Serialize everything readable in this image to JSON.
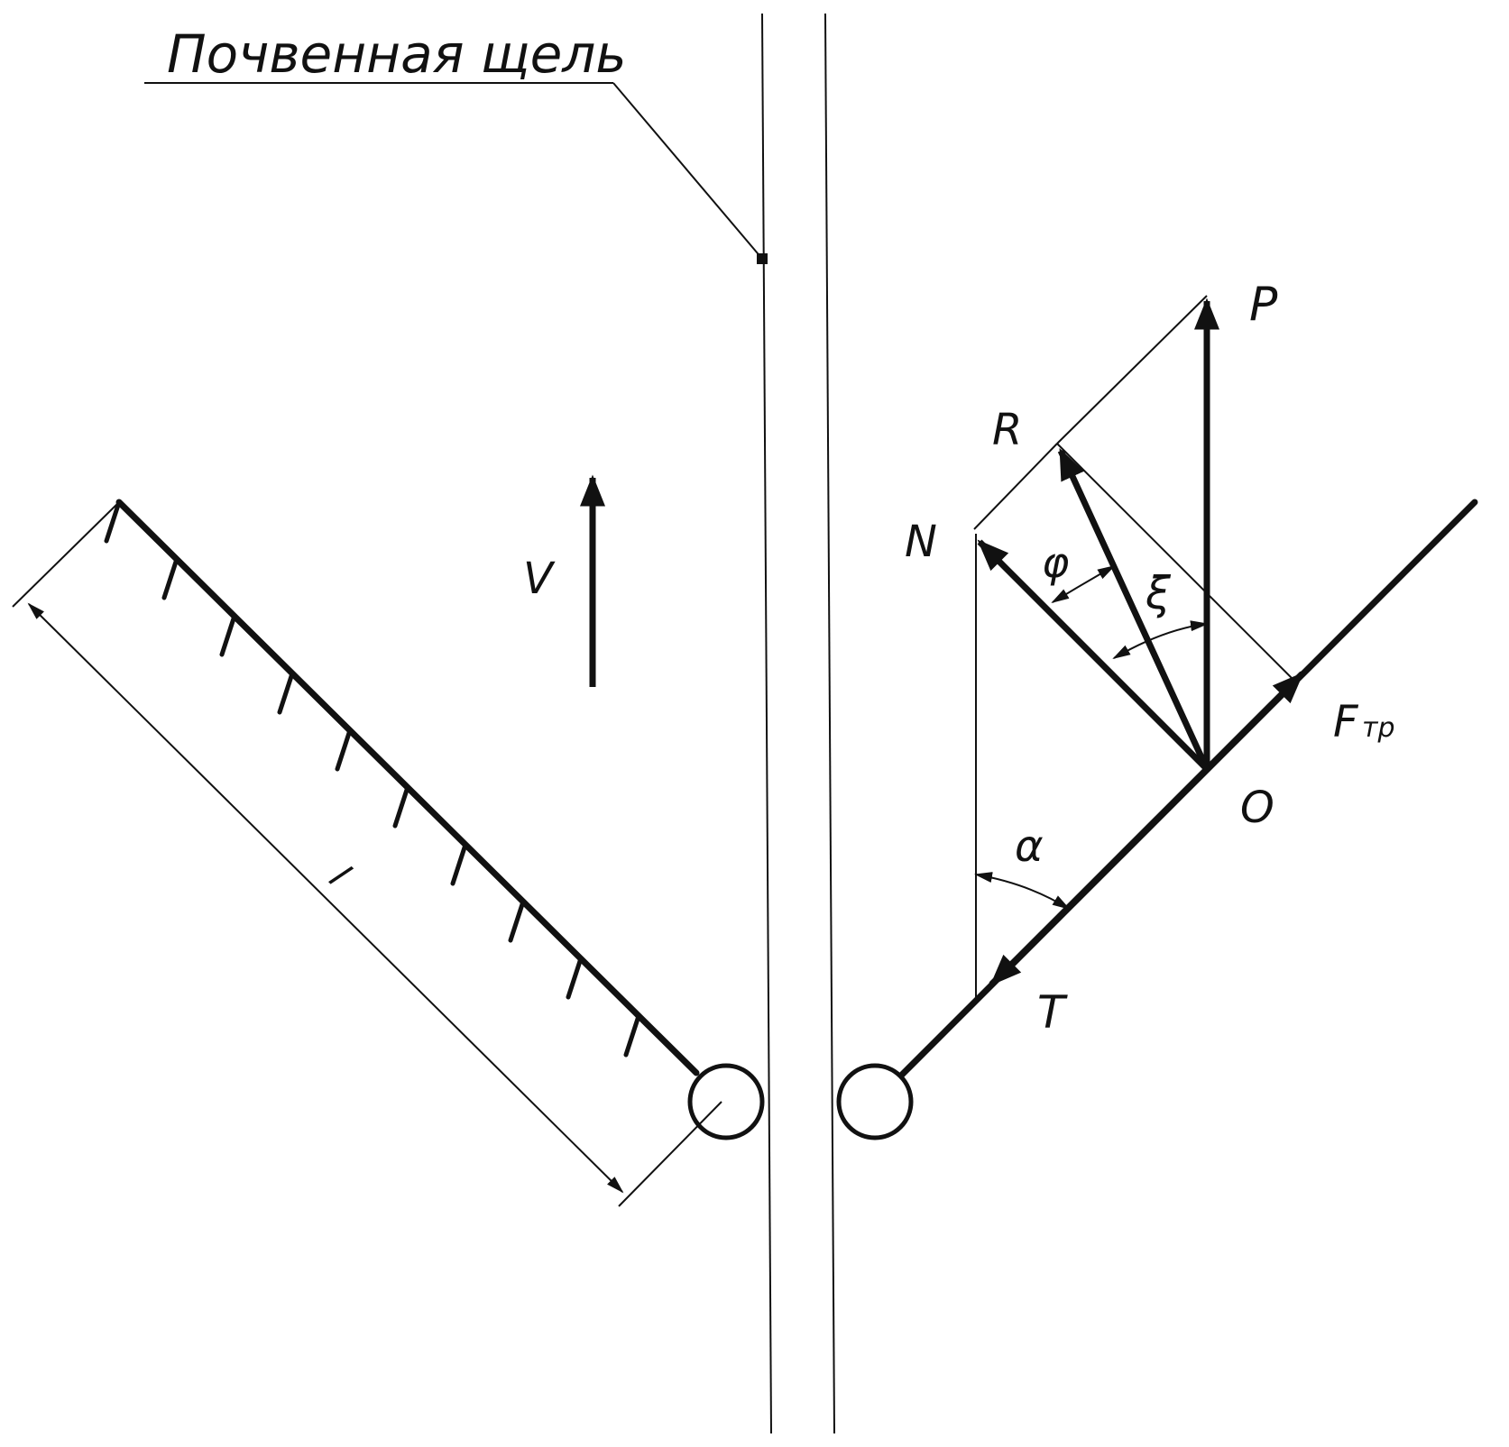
{
  "title": "Почвенная щель",
  "labels": {
    "P": "P",
    "R": "R",
    "N": "N",
    "V": "V",
    "phi": "φ",
    "xi": "ξ",
    "F": "F",
    "F_sub": "тр",
    "O": "O",
    "alpha": "α",
    "T": "T",
    "l": "l"
  }
}
